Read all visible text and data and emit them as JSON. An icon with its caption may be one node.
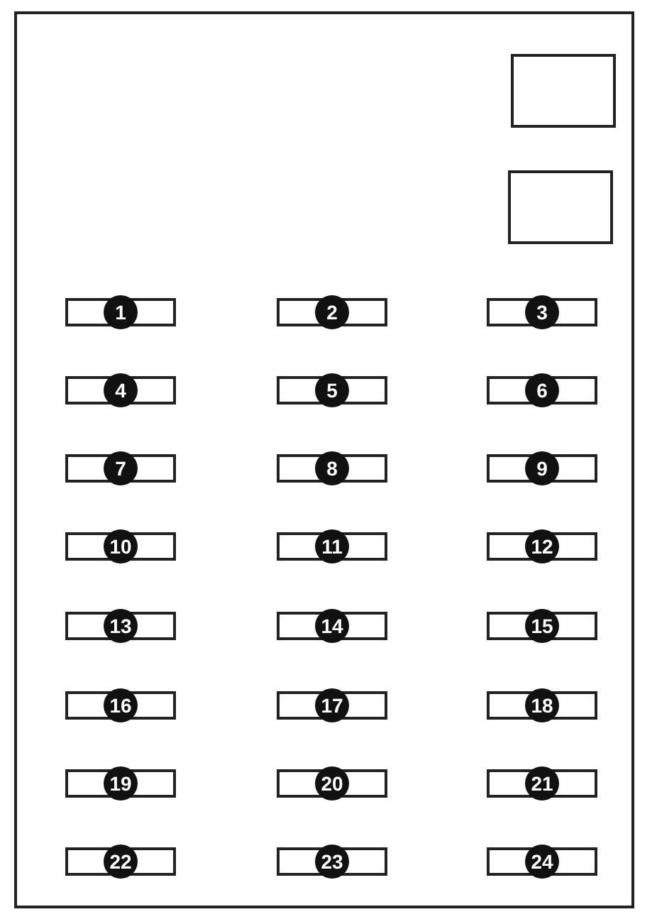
{
  "diagram": {
    "nodes": [
      {
        "text": [],
        "shape": "box"
      },
      {
        "text": [],
        "shape": "box",
        "in": 0
      },
      {
        "text": [],
        "shape": "box",
        "in": 0
      },
      {
        "text": [
          "1"
        ],
        "in": 0
      },
      {
        "text": [
          "2"
        ],
        "in": 0
      },
      {
        "text": [
          "3"
        ],
        "in": 0
      },
      {
        "text": [
          "4"
        ],
        "in": 0
      },
      {
        "text": [
          "5"
        ],
        "in": 0
      },
      {
        "text": [
          "6"
        ],
        "in": 0
      },
      {
        "text": [
          "7"
        ],
        "in": 0
      },
      {
        "text": [
          "8"
        ],
        "in": 0
      },
      {
        "text": [
          "9"
        ],
        "in": 0
      },
      {
        "text": [
          "10"
        ],
        "in": 0
      },
      {
        "text": [
          "11"
        ],
        "in": 0
      },
      {
        "text": [
          "12"
        ],
        "in": 0
      },
      {
        "text": [
          "13"
        ],
        "in": 0
      },
      {
        "text": [
          "14"
        ],
        "in": 0
      },
      {
        "text": [
          "15"
        ],
        "in": 0
      },
      {
        "text": [
          "16"
        ],
        "in": 0
      },
      {
        "text": [
          "17"
        ],
        "in": 0
      },
      {
        "text": [
          "18"
        ],
        "in": 0
      },
      {
        "text": [
          "19"
        ],
        "in": 0
      },
      {
        "text": [
          "20"
        ],
        "in": 0
      },
      {
        "text": [
          "21"
        ],
        "in": 0
      },
      {
        "text": [
          "22"
        ],
        "in": 0
      },
      {
        "text": [
          "23"
        ],
        "in": 0
      },
      {
        "text": [
          "24"
        ],
        "in": 0
      }
    ],
    "edges": []
  }
}
